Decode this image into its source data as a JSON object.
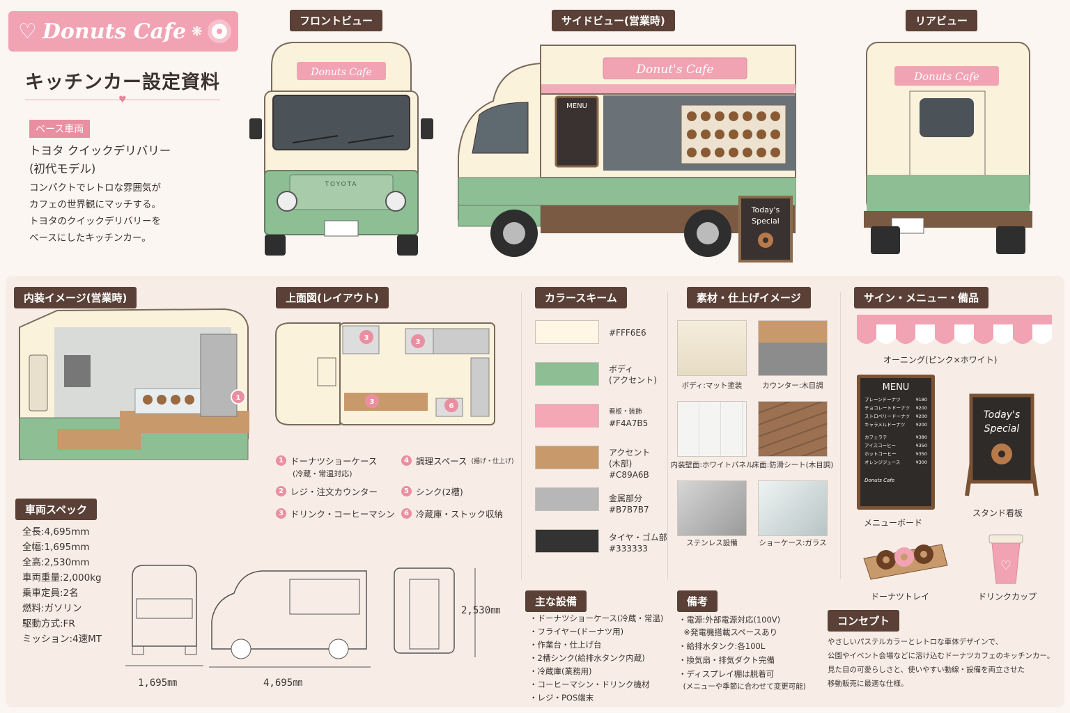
{
  "logo": {
    "text": "Donuts Cafe"
  },
  "title": "キッチンカー設定資料",
  "base": {
    "badge": "ベース車両",
    "model_line1": "トヨタ クイックデリバリー",
    "model_line2": "(初代モデル)",
    "desc": [
      "コンパクトでレトロな雰囲気が",
      "カフェの世界観にマッチする。",
      "トヨタのクイックデリバリーを",
      "ベースにしたキッチンカー。"
    ]
  },
  "views": {
    "front": "フロントビュー",
    "side": "サイドビュー(営業時)",
    "rear": "リアビュー",
    "sign_text": "Donuts Cafe",
    "side_sign_text": "Donut's Cafe",
    "front_brand": "TOYOTA",
    "menu_board": "MENU",
    "stand_board": [
      "Today's",
      "Special"
    ]
  },
  "sections": {
    "interior": "内装イメージ(営業時)",
    "layout": "上面図(レイアウト)",
    "color": "カラースキーム",
    "material": "素材・仕上げイメージ",
    "sign": "サイン・メニュー・備品",
    "spec": "車両スペック",
    "equipment": "主な設備",
    "notes": "備考",
    "concept": "コンセプト"
  },
  "layout_legend": [
    {
      "num": "1",
      "text": "ドーナツショーケース",
      "sub": "(冷蔵・常温対応)"
    },
    {
      "num": "2",
      "text": "レジ・注文カウンター",
      "sub": ""
    },
    {
      "num": "3",
      "text": "ドリンク・コーヒーマシン",
      "sub": ""
    },
    {
      "num": "4",
      "text": "調理スペース",
      "sub": "(揚げ・仕上げ)"
    },
    {
      "num": "5",
      "text": "シンク(2槽)",
      "sub": ""
    },
    {
      "num": "6",
      "text": "冷蔵庫・ストック収納",
      "sub": ""
    }
  ],
  "layout_markers": [
    "3",
    "3",
    "3",
    "6"
  ],
  "interior_marker": "1",
  "colors": [
    {
      "hex": "#FFF6E6",
      "label": [
        "#FFF6E6"
      ]
    },
    {
      "hex": "#8DBE94",
      "label": [
        "ボディ",
        "(アクセント)"
      ]
    },
    {
      "hex": "#F4A7B5",
      "label": [
        "看板・装飾",
        "#F4A7B5"
      ]
    },
    {
      "hex": "#C89A6B",
      "label": [
        "アクセント",
        "(木部)",
        "#C89A6B"
      ]
    },
    {
      "hex": "#B7B7B7",
      "label": [
        "金属部分",
        "#B7B7B7"
      ]
    },
    {
      "hex": "#333333",
      "label": [
        "タイヤ・ゴム部",
        "#333333"
      ]
    }
  ],
  "materials": [
    "ボディ:マット塗装",
    "カウンター:木目調",
    "内装壁面:ホワイトパネル",
    "床面:防滑シート(木目調)",
    "ステンレス設備",
    "ショーケース:ガラス"
  ],
  "signs": {
    "awning": "オーニング(ピンク×ホワイト)",
    "menu_board": "メニューボード",
    "stand": "スタンド看板",
    "tray": "ドーナツトレイ",
    "cup": "ドリンクカップ",
    "menu_title": "MENU",
    "menu_items": [
      [
        "プレーンドーナツ",
        "¥180"
      ],
      [
        "チョコレートドーナツ",
        "¥200"
      ],
      [
        "ストロベリードーナツ",
        "¥200"
      ],
      [
        "キャラメルドーナツ",
        "¥200"
      ],
      [
        "カフェラテ",
        "¥380"
      ],
      [
        "アイスコーヒー",
        "¥350"
      ],
      [
        "ホットコーヒー",
        "¥350"
      ],
      [
        "オレンジジュース",
        "¥300"
      ]
    ],
    "menu_footer": "Donuts Cafe",
    "stand_text": [
      "Today's",
      "Special"
    ]
  },
  "spec": [
    "全長:4,695mm",
    "全幅:1,695mm",
    "全高:2,530mm",
    "車両重量:2,000kg",
    "乗車定員:2名",
    "燃料:ガソリン",
    "駆動方式:FR",
    "ミッション:4速MT"
  ],
  "dimensions": {
    "width": "1,695㎜",
    "length": "4,695㎜",
    "height": "2,530㎜"
  },
  "equipment": [
    "・ドーナツショーケース(冷蔵・常温)",
    "・フライヤー(ドーナツ用)",
    "・作業台・仕上げ台",
    "・2槽シンク(給排水タンク内蔵)",
    "・冷蔵庫(業務用)",
    "・コーヒーマシン・ドリンク機材",
    "・レジ・POS端末"
  ],
  "notes": [
    "・電源:外部電源対応(100V)",
    "  ※発電機搭載スペースあり",
    "・給排水タンク:各100L",
    "・換気扇・排気ダクト完備",
    "・ディスプレイ棚は脱着可",
    "  (メニューや季節に合わせて変更可能)"
  ],
  "concept": [
    "やさしいパステルカラーとレトロな車体デザインで、",
    "公園やイベント会場などに溶け込むドーナツカフェのキッチンカー。",
    "見た目の可愛らしさと、使いやすい動線・設備を両立させた",
    "移動販売に最適な仕様。"
  ]
}
